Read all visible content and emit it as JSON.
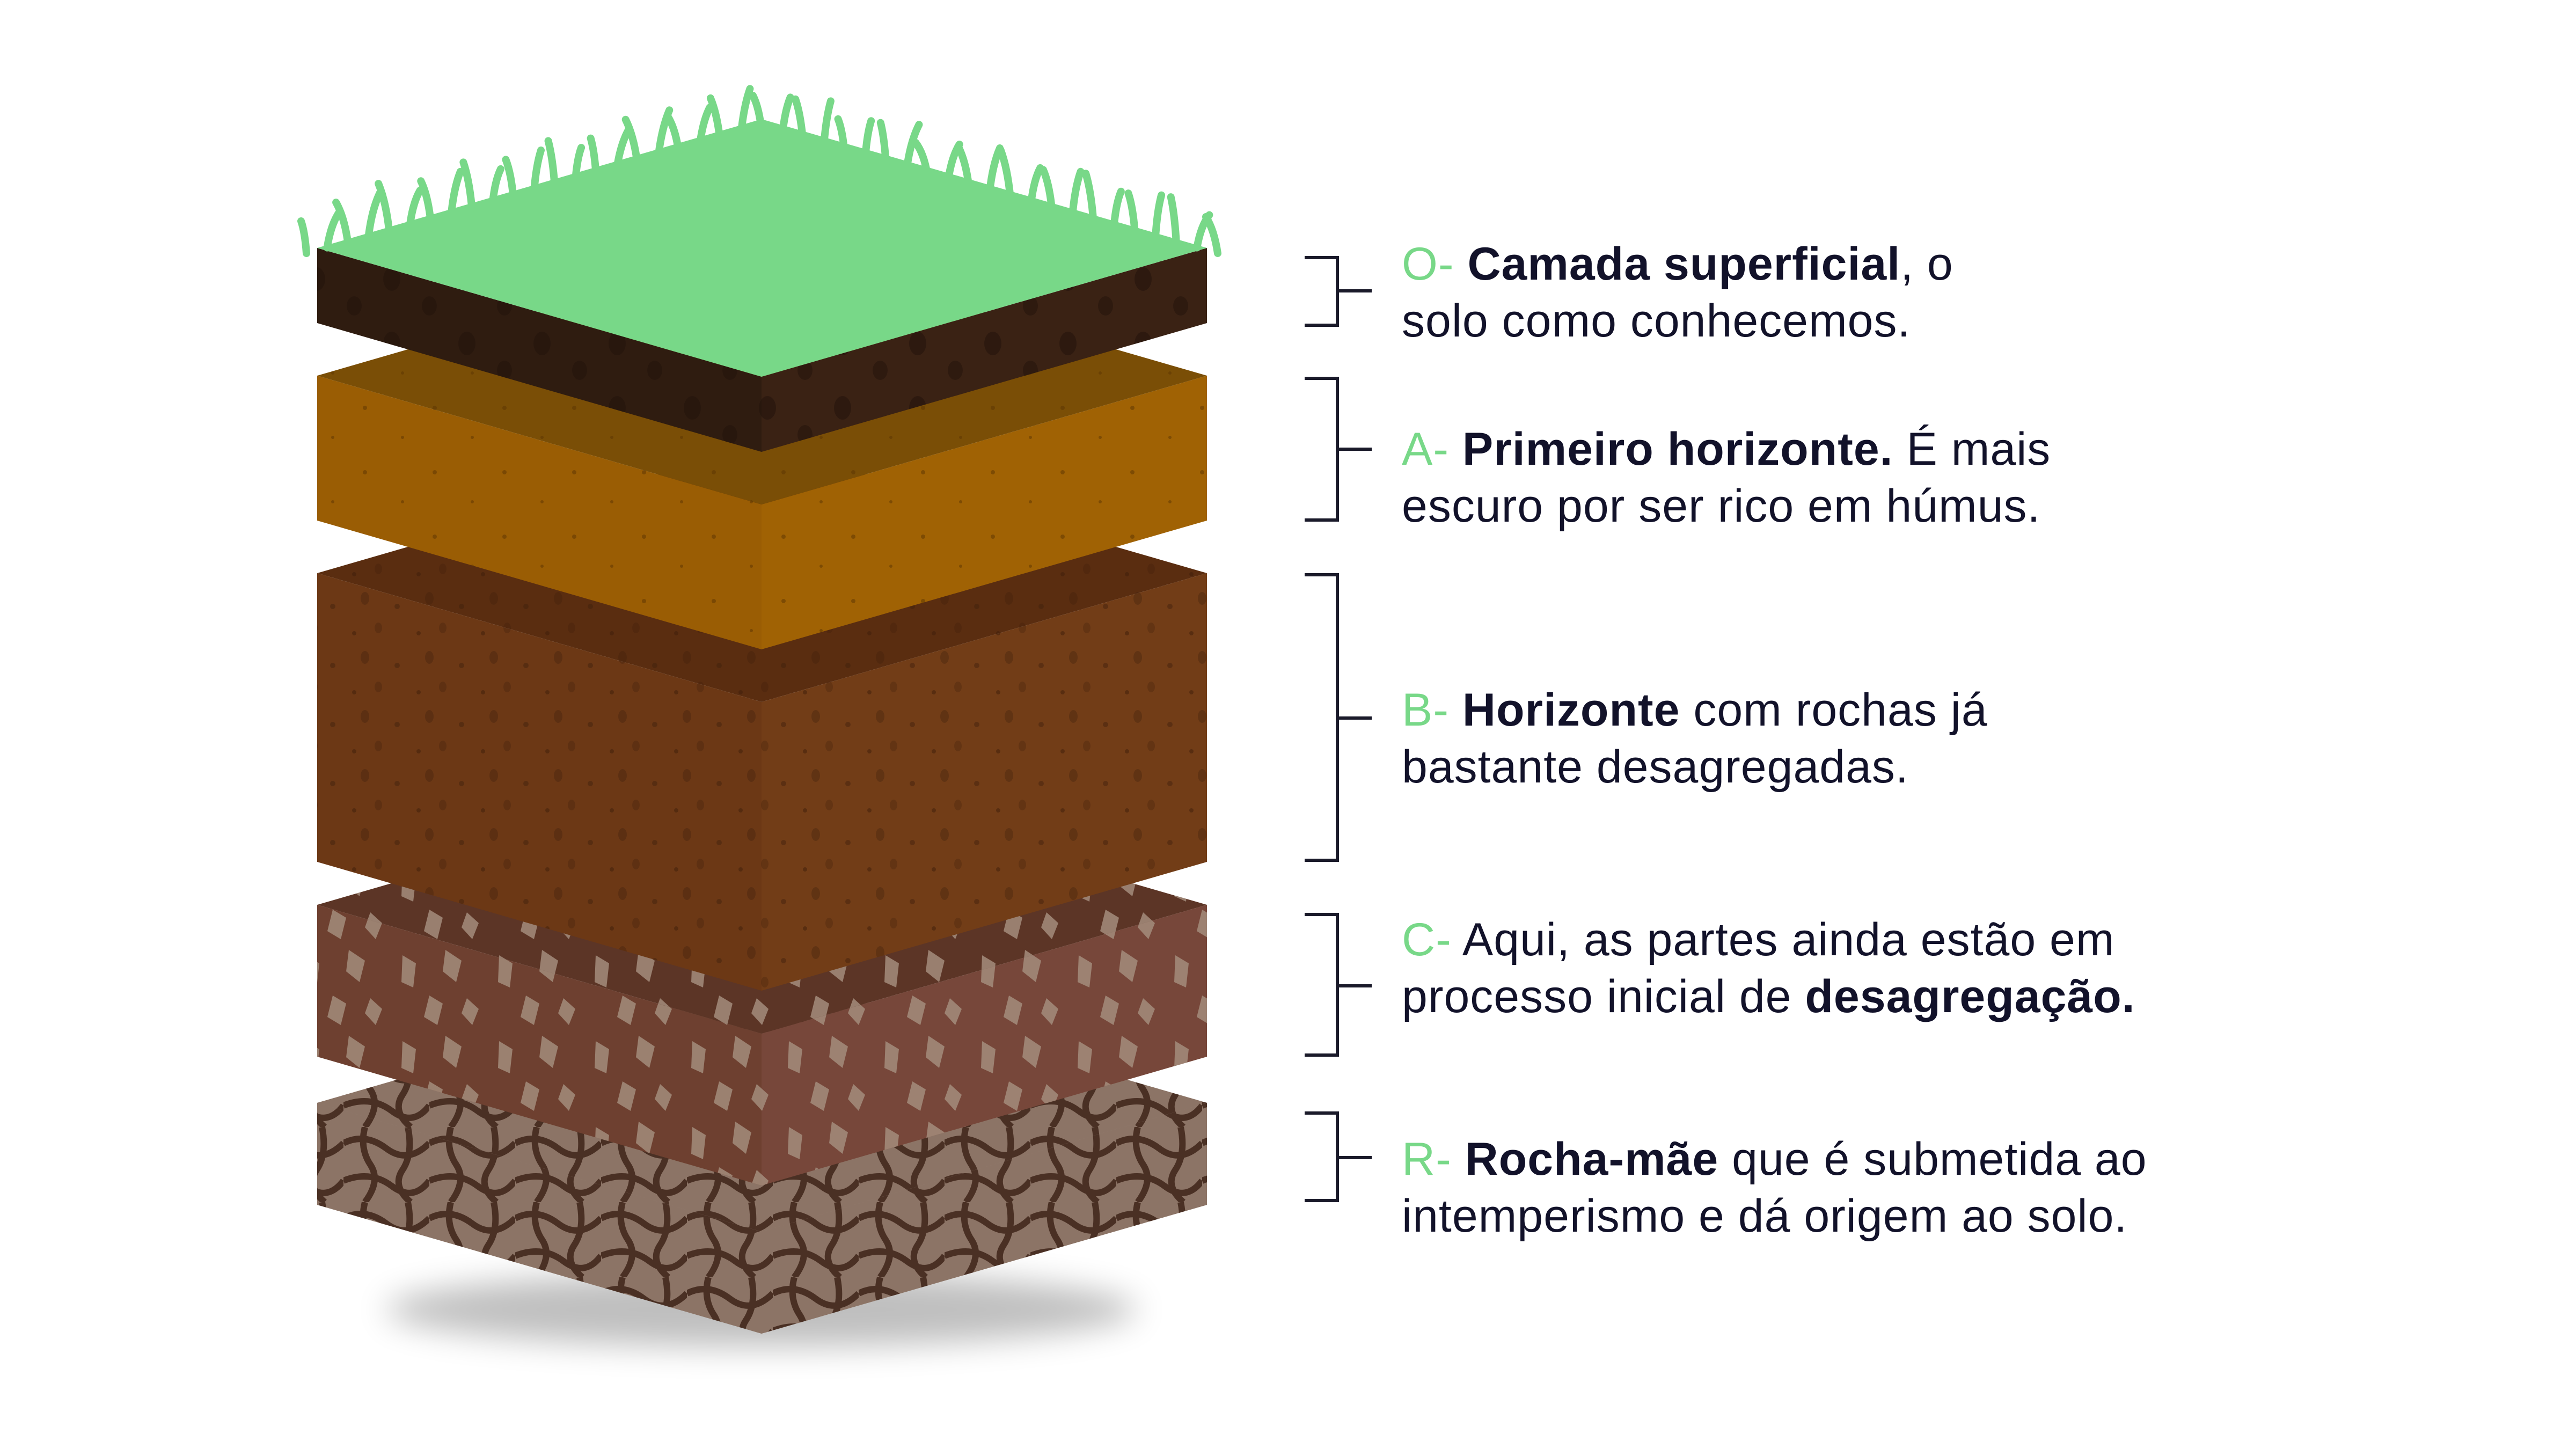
{
  "colors": {
    "accent_letter": "#78d888",
    "text": "#12122a",
    "grass": "#78d888",
    "layer_O": "#3a2214",
    "layer_A": "#a06204",
    "layer_B": "#6c3815",
    "layer_C": "#6e4030",
    "layer_R": "#8a7262"
  },
  "layers": [
    {
      "letter": "O-",
      "lines": [
        [
          {
            "t": "Camada superficial",
            "b": true
          },
          {
            "t": ", o",
            "b": false
          }
        ],
        [
          {
            "t": "solo como conhecemos.",
            "b": false
          }
        ]
      ]
    },
    {
      "letter": "A-",
      "lines": [
        [
          {
            "t": "Primeiro horizonte.",
            "b": true
          },
          {
            "t": " É mais",
            "b": false
          }
        ],
        [
          {
            "t": "escuro por ser rico em húmus.",
            "b": false
          }
        ]
      ]
    },
    {
      "letter": "B-",
      "lines": [
        [
          {
            "t": "Horizonte",
            "b": true
          },
          {
            "t": " com rochas já",
            "b": false
          }
        ],
        [
          {
            "t": "bastante desagregadas.",
            "b": false
          }
        ]
      ]
    },
    {
      "letter": "C-",
      "lines": [
        [
          {
            "t": "Aqui, as partes ainda estão em",
            "b": false
          }
        ],
        [
          {
            "t": "processo inicial de ",
            "b": false
          },
          {
            "t": "desagregação.",
            "b": true
          }
        ]
      ]
    },
    {
      "letter": "R-",
      "lines": [
        [
          {
            "t": "Rocha-mãe",
            "b": true
          },
          {
            "t": " que é submetida ao",
            "b": false
          }
        ],
        [
          {
            "t": "intemperismo e dá origem ao solo.",
            "b": false
          }
        ]
      ]
    }
  ]
}
